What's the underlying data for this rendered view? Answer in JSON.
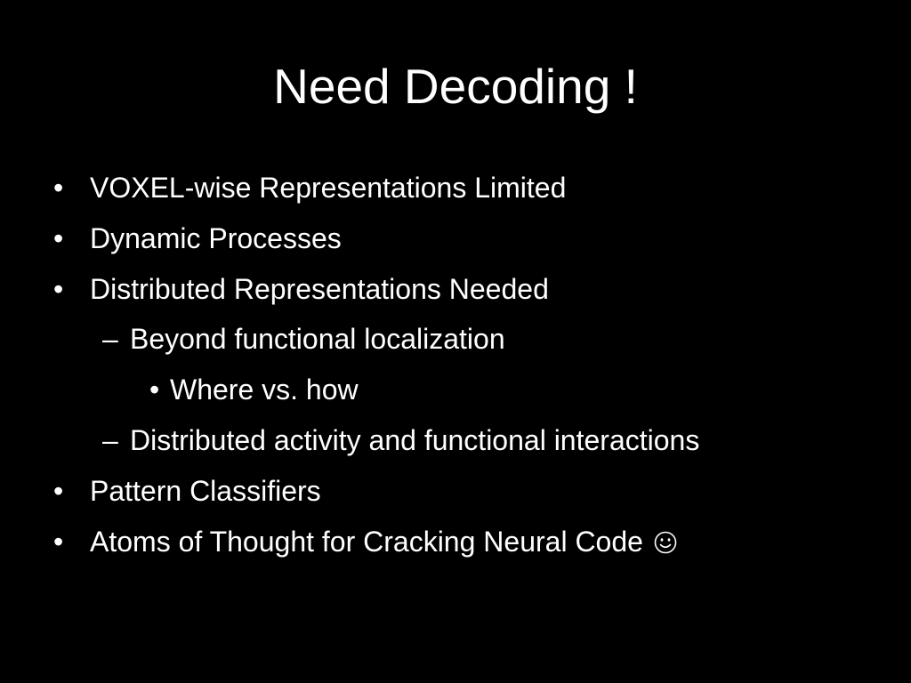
{
  "slide": {
    "title": "Need Decoding !",
    "bullets": [
      {
        "marker": "•",
        "text": "VOXEL-wise Representations Limited"
      },
      {
        "marker": "•",
        "text": "Dynamic Processes"
      },
      {
        "marker": "•",
        "text": "Distributed Representations Needed"
      },
      {
        "marker": "–",
        "text": "Beyond functional localization"
      },
      {
        "marker": "•",
        "text": "Where vs. how"
      },
      {
        "marker": "–",
        "text": "Distributed activity and functional interactions"
      },
      {
        "marker": "•",
        "text": "Pattern Classifiers"
      },
      {
        "marker": "•",
        "text": "Atoms of Thought for Cracking Neural Code"
      }
    ],
    "last_bullet_icon": "smiley-face-icon",
    "colors": {
      "background": "#000000",
      "text": "#ffffff"
    }
  }
}
